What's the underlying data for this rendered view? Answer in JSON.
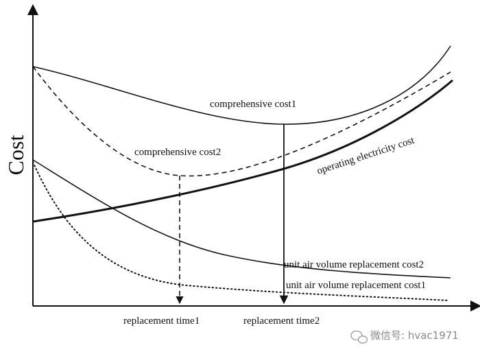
{
  "chart_data": {
    "type": "line",
    "title": "",
    "xlabel": "",
    "ylabel": "Cost",
    "axes": {
      "ticks": "none",
      "arrows": true
    },
    "series": [
      {
        "name": "comprehensive cost1",
        "style": "solid",
        "weight": "normal"
      },
      {
        "name": "comprehensive cost2",
        "style": "dashed",
        "weight": "normal"
      },
      {
        "name": "operating electricity cost",
        "style": "solid",
        "weight": "bold"
      },
      {
        "name": "unit air volume replacement cost2",
        "style": "solid",
        "weight": "normal"
      },
      {
        "name": "unit air volume replacement cost1",
        "style": "dotted",
        "weight": "normal"
      }
    ],
    "markers": [
      {
        "label": "replacement time1",
        "style": "dashed",
        "from_series": "comprehensive cost2"
      },
      {
        "label": "replacement time2",
        "style": "solid",
        "from_series": "comprehensive cost1"
      }
    ]
  },
  "watermark": {
    "icon": "wechat-icon",
    "text": "微信号: hvac1971"
  }
}
